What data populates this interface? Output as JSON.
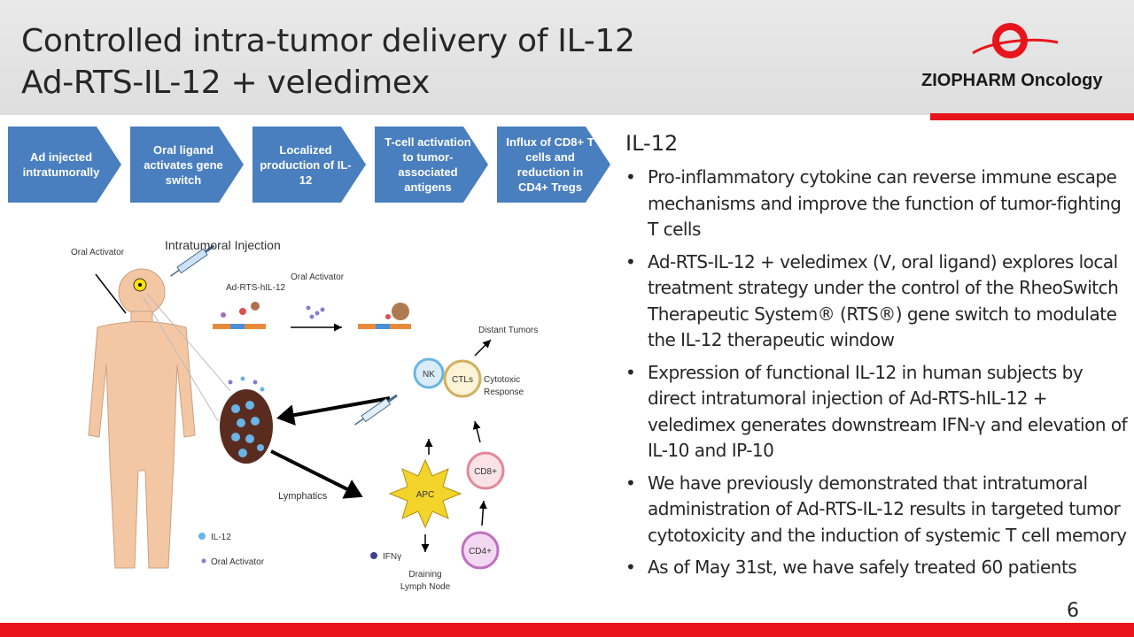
{
  "header": {
    "title_line1": "Controlled intra-tumor delivery of IL-12",
    "title_line2": "Ad-RTS-IL-12 + veledimex",
    "logo_text": "ZIOPHARM Oncology",
    "colors": {
      "accent": "#e8141c",
      "arrow_blue": "#4a7fbf"
    }
  },
  "flow": [
    {
      "label": "Ad injected intratumorally"
    },
    {
      "label": "Oral ligand activates gene switch"
    },
    {
      "label": "Localized production of IL-12"
    },
    {
      "label": "T-cell activation to tumor-associated antigens"
    },
    {
      "label": "Influx of CD8+ T cells and reduction in CD4+ Tregs"
    }
  ],
  "diagram": {
    "title": "Intratumoral Injection",
    "oral_activator": "Oral Activator",
    "vector": "Ad-RTS-hIL-12",
    "oral_activator_mid": "Oral Activator",
    "distant_tumors": "Distant Tumors",
    "nk": "NK",
    "ctls": "CTLs",
    "cytotoxic": "Cytotoxic",
    "response": "Response",
    "cd8": "CD8+",
    "apc": "APC",
    "cd4": "CD4+",
    "lymphatics": "Lymphatics",
    "ifn": "IFNγ",
    "draining": "Draining",
    "lymph_node": "Lymph Node",
    "legend_il12": "IL-12",
    "legend_oral": "Oral Activator"
  },
  "content": {
    "heading": "IL-12",
    "bullets": [
      "Pro-inflammatory cytokine can reverse immune escape mechanisms and improve the function of tumor-fighting T cells",
      "Ad-RTS-IL-12 + veledimex (V, oral ligand) explores local treatment strategy under the control of the RheoSwitch Therapeutic System® (RTS®) gene switch to modulate the IL-12 therapeutic window",
      "Expression of functional IL-12 in human subjects by direct intratumoral injection of Ad-RTS-hIL-12 + veledimex generates downstream IFN-γ and elevation of IL-10 and IP-10",
      "We have previously demonstrated that intratumoral administration of Ad-RTS-IL-12 results in targeted tumor cytotoxicity and the induction of systemic T cell memory",
      "As of May 31st, we have safely treated 60 patients"
    ]
  },
  "footer": {
    "page_number": "6"
  }
}
